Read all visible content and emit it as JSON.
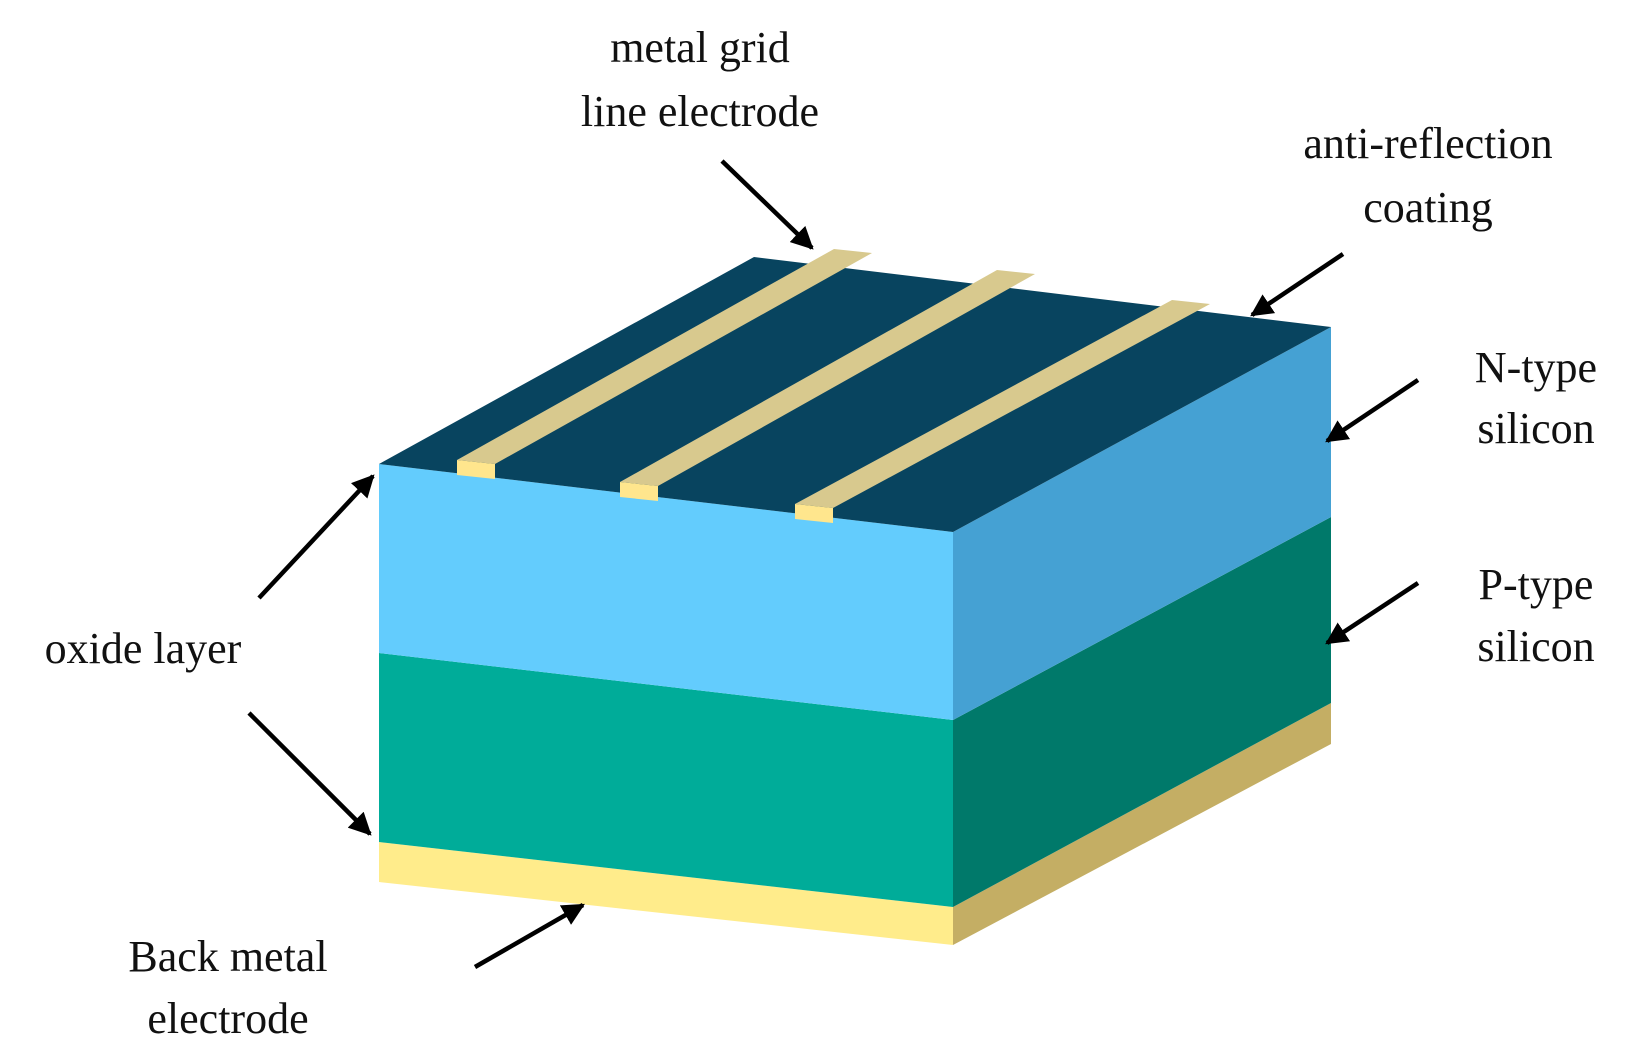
{
  "labels": {
    "metal_grid": [
      "metal grid",
      "line electrode"
    ],
    "anti_reflection": [
      "anti-reflection",
      "coating"
    ],
    "n_type": [
      "N-type",
      "silicon"
    ],
    "p_type": [
      "P-type",
      "silicon"
    ],
    "oxide": [
      "oxide layer"
    ],
    "back_metal": [
      "Back metal",
      "electrode"
    ]
  },
  "colors": {
    "top_surface": "#08445f",
    "n_front": "#63ccfd",
    "n_side": "#45a1d3",
    "p_front": "#00ac99",
    "p_side": "#00796a",
    "back_front": "#ffec8b",
    "back_side": "#c4ae64",
    "grid_top": "#d8c98e",
    "grid_end": "#ffe68d",
    "arrow": "#000000"
  },
  "icons": {
    "arrowhead": "filled-triangle-arrowhead"
  }
}
